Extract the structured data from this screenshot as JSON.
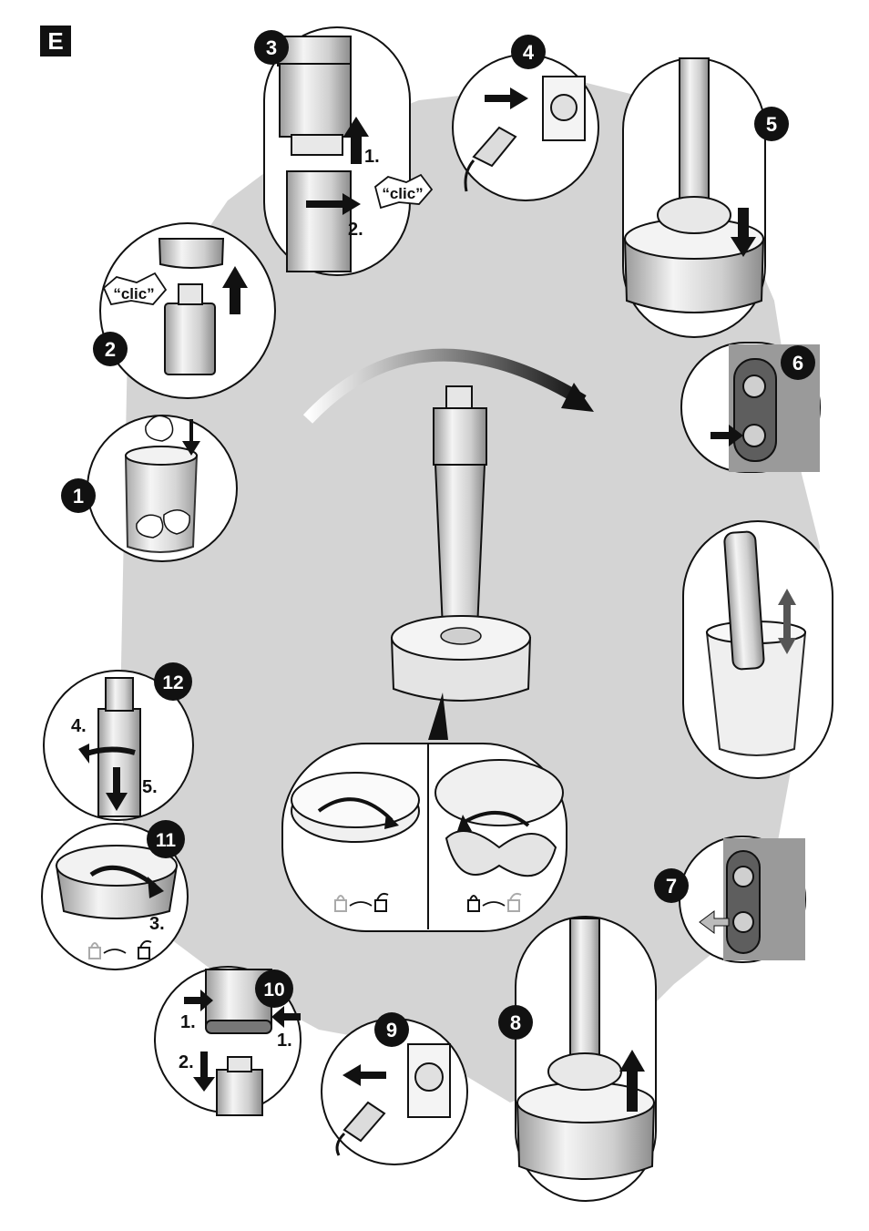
{
  "section_label": "E",
  "steps": [
    {
      "num": "1"
    },
    {
      "num": "2",
      "sound": "“clic”"
    },
    {
      "num": "3",
      "sound": "“clic”",
      "labels": [
        "1.",
        "2."
      ]
    },
    {
      "num": "4"
    },
    {
      "num": "5"
    },
    {
      "num": "6"
    },
    {
      "num": "7"
    },
    {
      "num": "8"
    },
    {
      "num": "9"
    },
    {
      "num": "10",
      "labels": [
        "1.",
        "1.",
        "2."
      ]
    },
    {
      "num": "11",
      "labels": [
        "3."
      ]
    },
    {
      "num": "12",
      "labels": [
        "4.",
        "5."
      ]
    }
  ],
  "colors": {
    "accent": "#111111",
    "shadow": "#bdbdbd",
    "metal": "#d9d9d9"
  }
}
